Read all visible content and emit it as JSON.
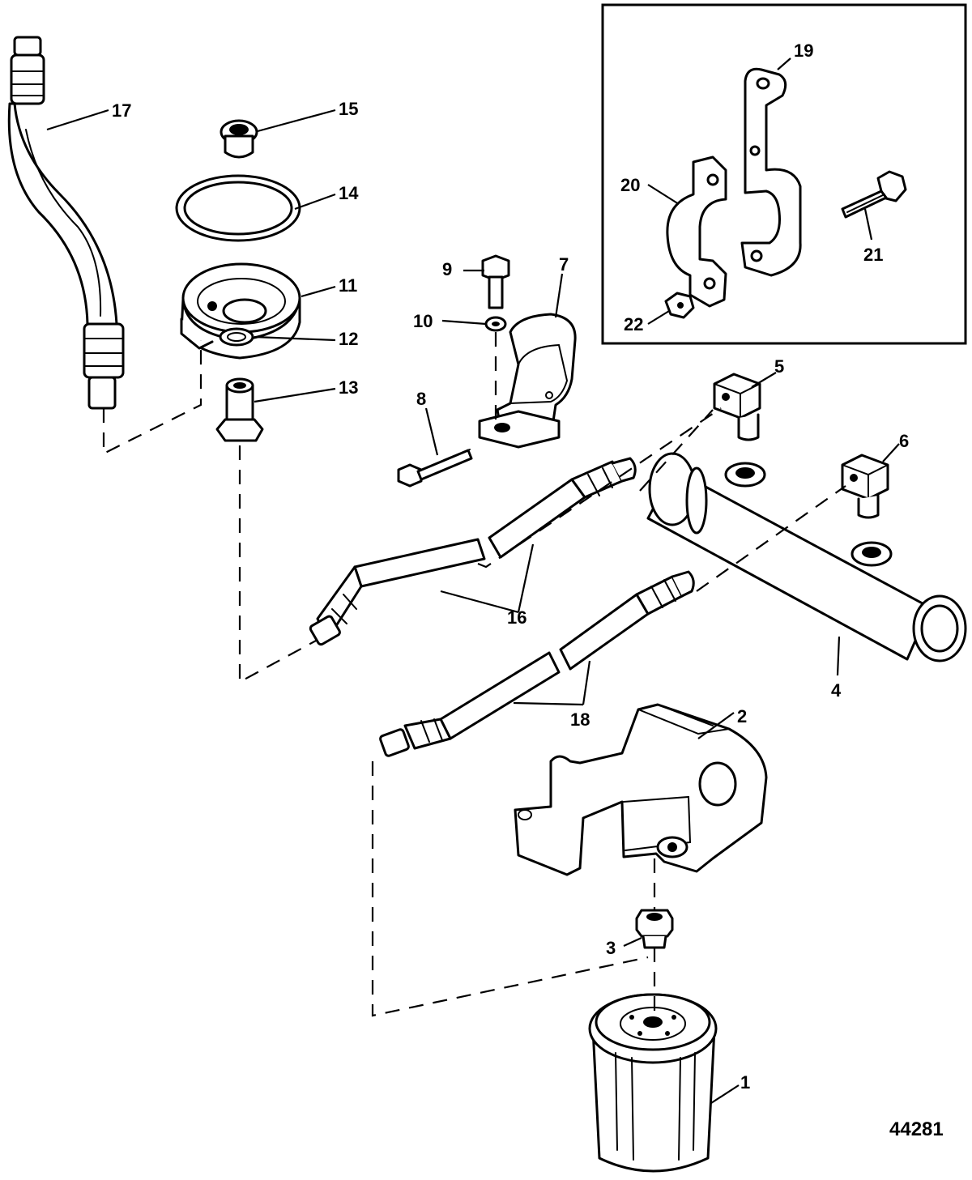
{
  "figure_number": "44281",
  "callouts": [
    {
      "id": "c1",
      "label": "1"
    },
    {
      "id": "c2",
      "label": "2"
    },
    {
      "id": "c3",
      "label": "3"
    },
    {
      "id": "c4",
      "label": "4"
    },
    {
      "id": "c5",
      "label": "5"
    },
    {
      "id": "c6",
      "label": "6"
    },
    {
      "id": "c7",
      "label": "7"
    },
    {
      "id": "c8",
      "label": "8"
    },
    {
      "id": "c9",
      "label": "9"
    },
    {
      "id": "c10",
      "label": "10"
    },
    {
      "id": "c11",
      "label": "11"
    },
    {
      "id": "c12",
      "label": "12"
    },
    {
      "id": "c13",
      "label": "13"
    },
    {
      "id": "c14",
      "label": "14"
    },
    {
      "id": "c15",
      "label": "15"
    },
    {
      "id": "c16",
      "label": "16"
    },
    {
      "id": "c17",
      "label": "17"
    },
    {
      "id": "c18",
      "label": "18"
    },
    {
      "id": "c19",
      "label": "19"
    },
    {
      "id": "c20",
      "label": "20"
    },
    {
      "id": "c21",
      "label": "21"
    },
    {
      "id": "c22",
      "label": "22"
    }
  ],
  "colors": {
    "ink": "#000000",
    "paper": "#ffffff"
  }
}
